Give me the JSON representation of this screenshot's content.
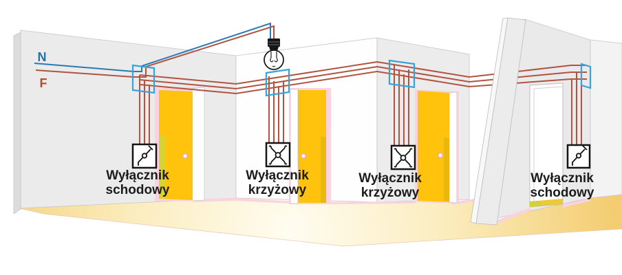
{
  "wire_labels": {
    "neutral": "N",
    "phase": "F"
  },
  "switches": [
    {
      "label_line1": "Wyłącznik",
      "label_line2": "schodowy",
      "symbol": "stair-switch-icon"
    },
    {
      "label_line1": "Wyłącznik",
      "label_line2": "krzyżowy",
      "symbol": "cross-switch-icon"
    },
    {
      "label_line1": "Wyłącznik",
      "label_line2": "krzyżowy",
      "symbol": "cross-switch-icon"
    },
    {
      "label_line1": "Wyłącznik",
      "label_line2": "schodowy",
      "symbol": "stair-switch-icon"
    }
  ],
  "colors": {
    "wire_neutral_blue": "#2979b2",
    "wire_phase_red": "#b25340",
    "junction_box_blue": "#35a4dc",
    "door_yellow": "#ffc30d",
    "door_shadow_yellow": "#e8b90c",
    "door_olive": "#d6d336",
    "door_frame_pink": "#fbd3e0",
    "wall_gray": "#ebebeb",
    "floor_glow_light": "#fffdf2",
    "floor_glow_deep": "#f4cd72",
    "label_dark": "#1c1c1c"
  }
}
